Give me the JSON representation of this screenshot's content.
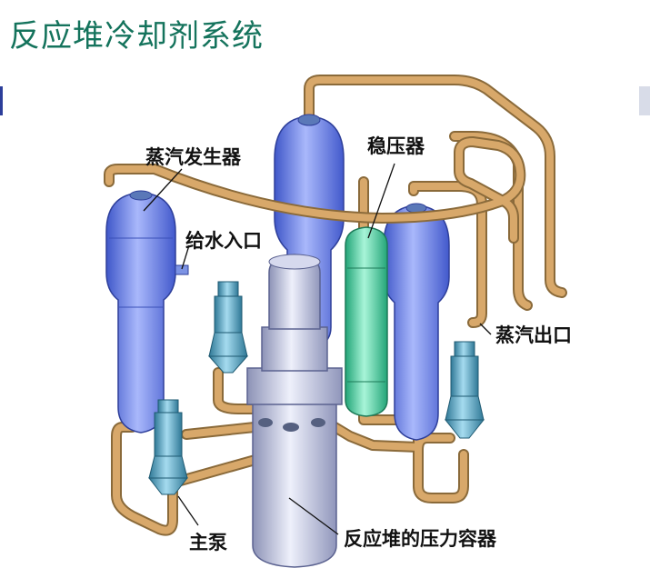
{
  "title": "反应堆冷却剂系统",
  "labels": {
    "steam_generator": "蒸汽发生器",
    "pressurizer": "稳压器",
    "feedwater_inlet": "给水入口",
    "steam_outlet": "蒸汽出口",
    "main_pump": "主泵",
    "reactor_pressure_vessel": "反应堆的压力容器"
  },
  "colors": {
    "title": "#14735c",
    "pipe": "#d8a86a",
    "pipe_edge": "#8a6a3a",
    "steam_generator": "#6f86e6",
    "pressurizer": "#56d6a8",
    "vessel": "#c4c9e2",
    "pump": "#5f9fb6"
  }
}
